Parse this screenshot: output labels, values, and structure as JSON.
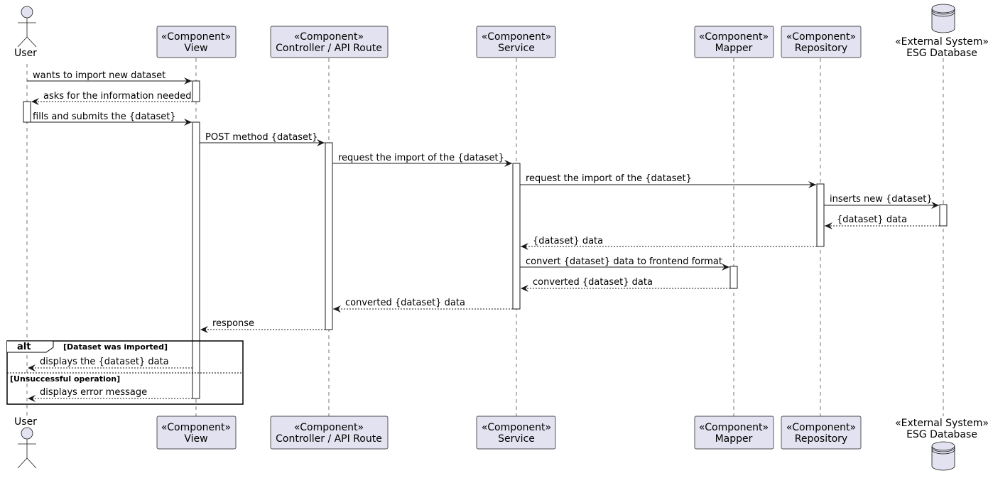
{
  "participants": {
    "user": {
      "name": "User"
    },
    "view": {
      "stereotype": "«Component»",
      "name": "View"
    },
    "controller": {
      "stereotype": "«Component»",
      "name": "Controller / API Route"
    },
    "service": {
      "stereotype": "«Component»",
      "name": "Service"
    },
    "mapper": {
      "stereotype": "«Component»",
      "name": "Mapper"
    },
    "repository": {
      "stereotype": "«Component»",
      "name": "Repository"
    },
    "database": {
      "stereotype": "«External System»",
      "name": "ESG Database"
    }
  },
  "messages": {
    "m1": "wants to import new dataset",
    "m2": "asks for the information needed",
    "m3": "fills and submits the {dataset}",
    "m4": "POST method {dataset}",
    "m5": "request the import of the {dataset}",
    "m6": "request the import of the {dataset}",
    "m7": "inserts new {dataset}",
    "m8": "{dataset} data",
    "m9": "{dataset} data",
    "m10": "convert {dataset} data to frontend format",
    "m11": "converted {dataset} data",
    "m12": "converted {dataset} data",
    "m13": "response",
    "m14": "displays the {dataset} data",
    "m15": "displays error message"
  },
  "alt": {
    "keyword": "alt",
    "guard1": "[Dataset was imported]",
    "guard2": "[Unsuccessful operation]"
  },
  "colors": {
    "participant_fill": "#e2e2f0",
    "line": "#181818"
  }
}
